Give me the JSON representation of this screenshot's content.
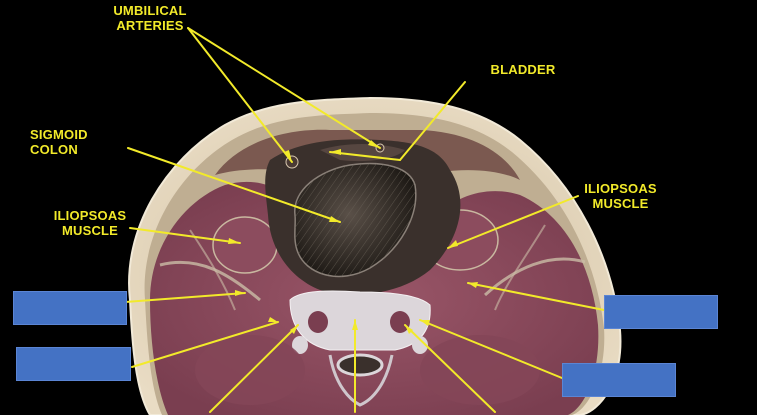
{
  "labels": {
    "umbilical_arteries_1": "UMBILICAL",
    "umbilical_arteries_2": "ARTERIES",
    "bladder": "BLADDER",
    "sigmoid_colon_1": "SIGMOID",
    "sigmoid_colon_2": "COLON",
    "iliopsoas_left_1": "ILIOPSOAS",
    "iliopsoas_left_2": "MUSCLE",
    "iliopsoas_right_1": "ILIOPSOAS",
    "iliopsoas_right_2": "MUSCLE"
  },
  "colors": {
    "background": "#000000",
    "label": "#f2ea2a",
    "pointer": "#f2ea2a",
    "answer_box": "#4472c4",
    "skin": "#e4d6bc",
    "fat": "#b9a88e",
    "muscle": "#8a4a5c",
    "colon": "#2a2420",
    "bone": "#ddd8dc"
  }
}
